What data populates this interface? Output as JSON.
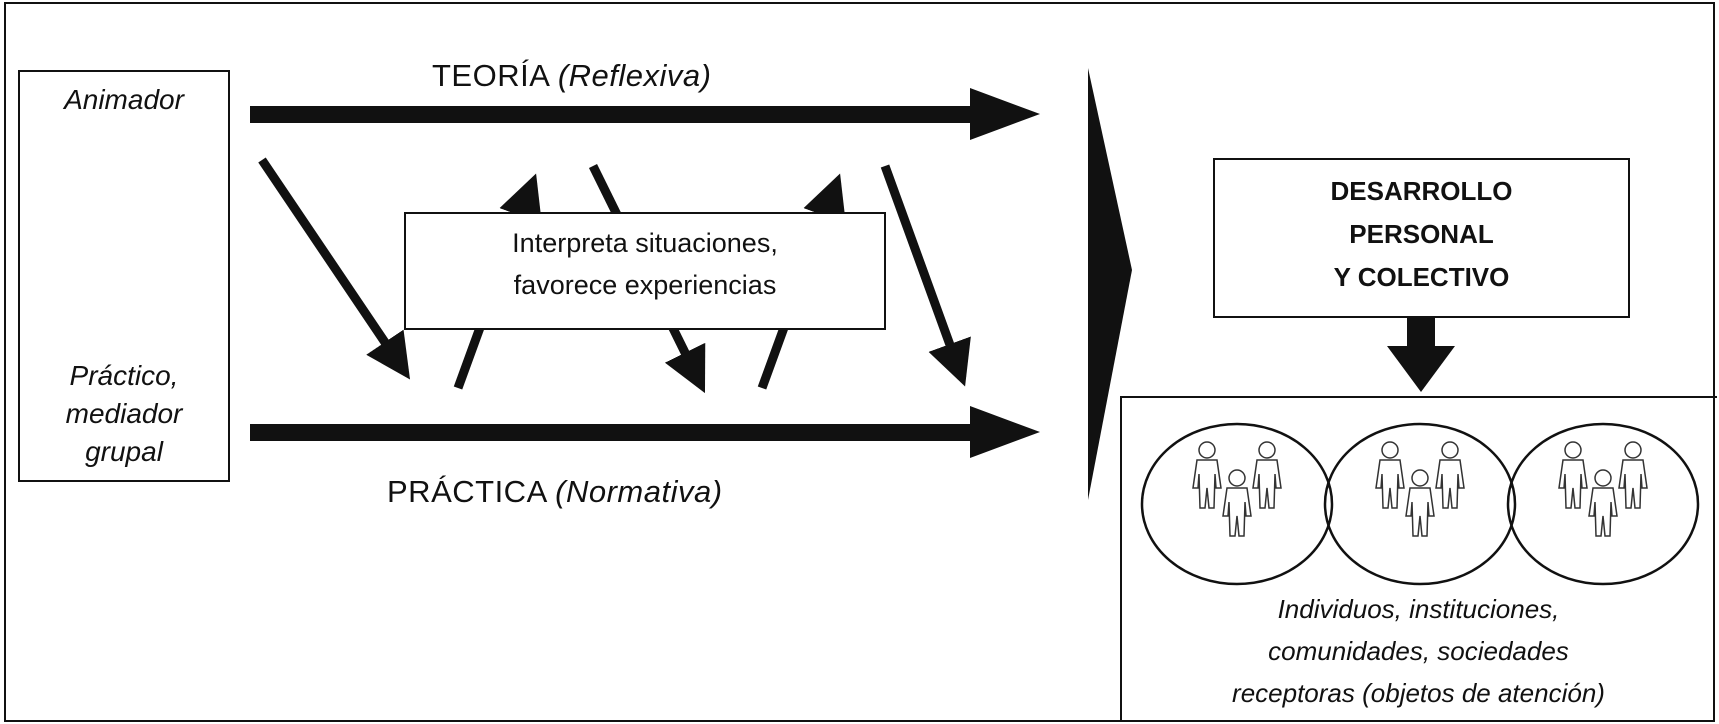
{
  "agent": {
    "title": "Animador",
    "line1": "Práctico,",
    "line2": "mediador",
    "line3": "grupal"
  },
  "theory": {
    "main": "TEORÍA",
    "qualifier": "(Reflexiva)"
  },
  "practice": {
    "main": "PRÁCTICA",
    "qualifier": "(Normativa)"
  },
  "center_box": {
    "line1": "Interpreta situaciones,",
    "line2": "favorece experiencias"
  },
  "outcome": {
    "line1": "DESARROLLO",
    "line2": "PERSONAL",
    "line3": "Y COLECTIVO"
  },
  "recipients": {
    "line1": "Individuos, instituciones,",
    "line2": "comunidades, sociedades",
    "line3": "receptoras (objetos de atención)"
  }
}
